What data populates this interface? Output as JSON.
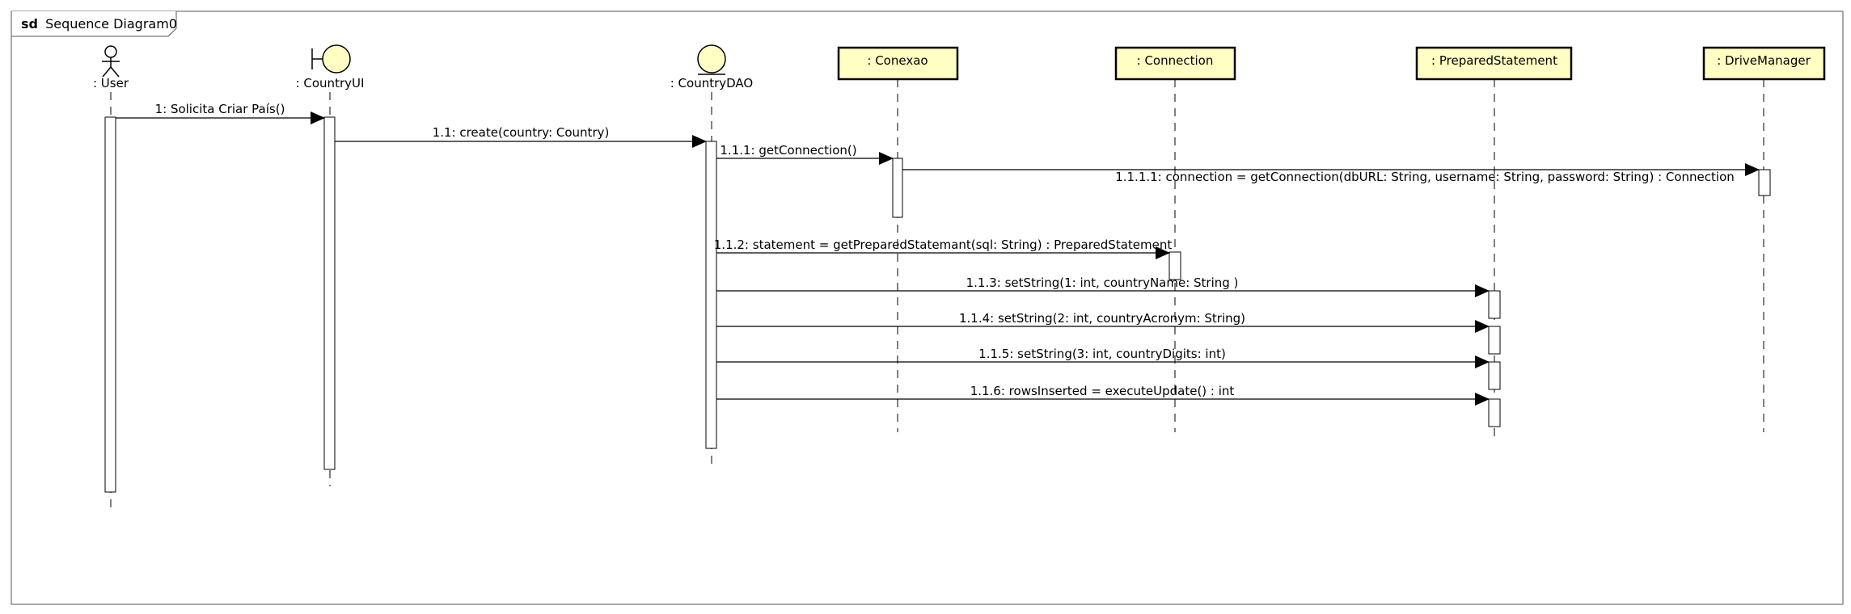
{
  "frame": {
    "keyword": "sd",
    "title": "Sequence Diagram0"
  },
  "lifelines": [
    {
      "id": "user",
      "label": ": User",
      "kind": "actor"
    },
    {
      "id": "countryui",
      "label": ": CountryUI",
      "kind": "boundary"
    },
    {
      "id": "countrydao",
      "label": ": CountryDAO",
      "kind": "entity"
    },
    {
      "id": "conexao",
      "label": ": Conexao",
      "kind": "box"
    },
    {
      "id": "connection",
      "label": ": Connection",
      "kind": "box"
    },
    {
      "id": "preparedstatement",
      "label": ": PreparedStatement",
      "kind": "box"
    },
    {
      "id": "drivemanager",
      "label": ": DriveManager",
      "kind": "box"
    }
  ],
  "messages": [
    {
      "id": "m1",
      "label": "1: Solicita Criar País()"
    },
    {
      "id": "m2",
      "label": "1.1: create(country: Country)"
    },
    {
      "id": "m3",
      "label": "1.1.1: getConnection()"
    },
    {
      "id": "m4",
      "label": "1.1.1.1: connection = getConnection(dbURL: String, username: String, password: String) : Connection"
    },
    {
      "id": "m5",
      "label": "1.1.2: statement = getPreparedStatemant(sql: String) : PreparedStatement"
    },
    {
      "id": "m6",
      "label": "1.1.3: setString(1: int, countryName: String )"
    },
    {
      "id": "m7",
      "label": "1.1.4: setString(2: int, countryAcronym: String)"
    },
    {
      "id": "m8",
      "label": "1.1.5: setString(3: int, countryDigits: int)"
    },
    {
      "id": "m9",
      "label": "1.1.6: rowsInserted = executeUpdate() : int"
    }
  ],
  "colors": {
    "box_fill": "#ffffc4",
    "line": "#000000",
    "background": "#ffffff"
  }
}
